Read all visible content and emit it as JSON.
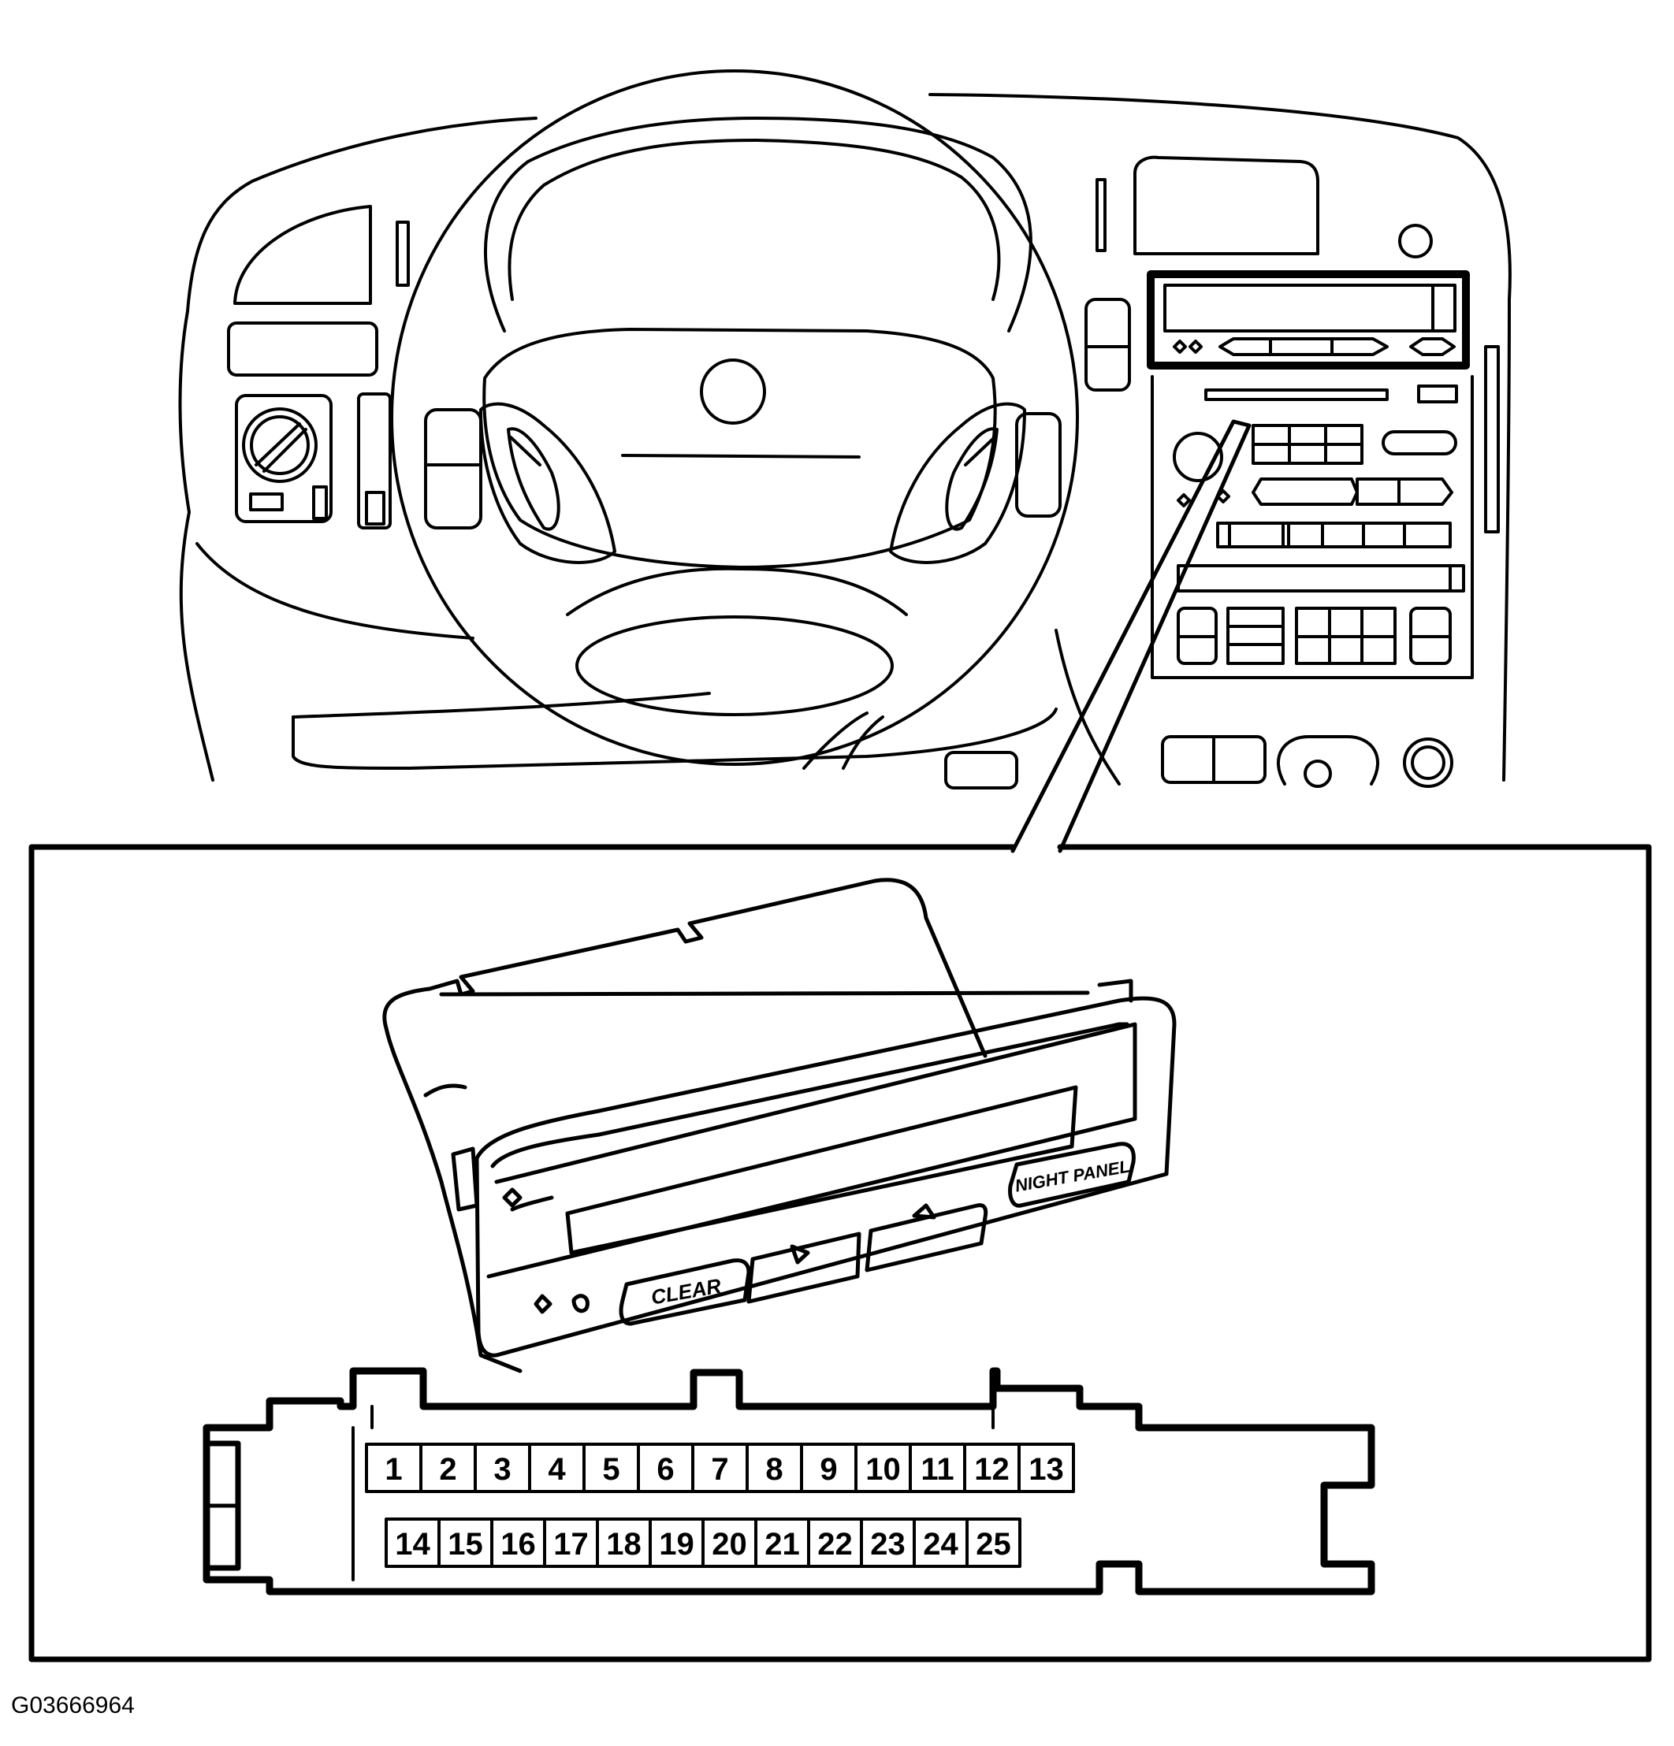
{
  "figure_id": "G03666964",
  "display_unit": {
    "clear_button": "CLEAR",
    "night_panel_button": "NIGHT PANEL"
  },
  "connector": {
    "top_row": [
      "1",
      "2",
      "3",
      "4",
      "5",
      "6",
      "7",
      "8",
      "9",
      "10",
      "11",
      "12",
      "13"
    ],
    "bottom_row": [
      "14",
      "15",
      "16",
      "17",
      "18",
      "19",
      "20",
      "21",
      "22",
      "23",
      "24",
      "25"
    ]
  }
}
